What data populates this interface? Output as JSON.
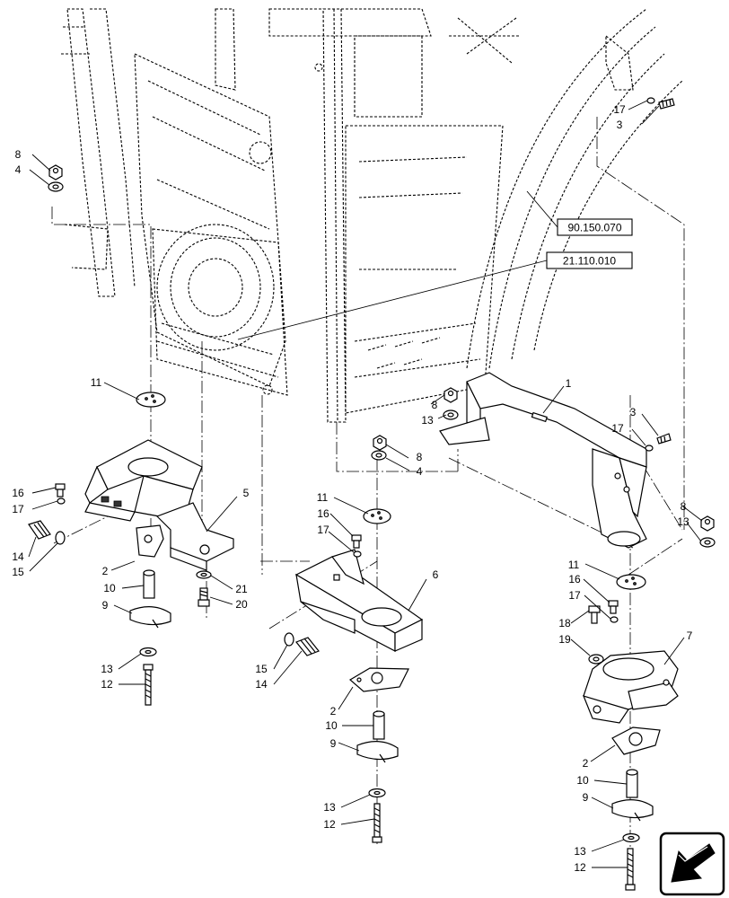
{
  "reference_labels": [
    "90.150.070",
    "21.110.010"
  ],
  "callouts": {
    "c1": "1",
    "c2a": "2",
    "c2b": "2",
    "c2c": "2",
    "c3a": "3",
    "c3b": "3",
    "c4a": "4",
    "c4b": "4",
    "c5": "5",
    "c6": "6",
    "c7": "7",
    "c8a": "8",
    "c8b": "8",
    "c8c": "8",
    "c8d": "8",
    "c9a": "9",
    "c9b": "9",
    "c9c": "9",
    "c10a": "10",
    "c10b": "10",
    "c10c": "10",
    "c11a": "11",
    "c11b": "11",
    "c11c": "11",
    "c12a": "12",
    "c12b": "12",
    "c12c": "12",
    "c13a": "13",
    "c13b": "13",
    "c13c": "13",
    "c13d": "13",
    "c13e": "13",
    "c14a": "14",
    "c14b": "14",
    "c15a": "15",
    "c15b": "15",
    "c16a": "16",
    "c16b": "16",
    "c16c": "16",
    "c17a": "17",
    "c17b": "17",
    "c17c": "17",
    "c17d": "17",
    "c17e": "17",
    "c18": "18",
    "c19": "19",
    "c20": "20",
    "c21": "21"
  },
  "nav_icon": "arrow-left-down-icon"
}
